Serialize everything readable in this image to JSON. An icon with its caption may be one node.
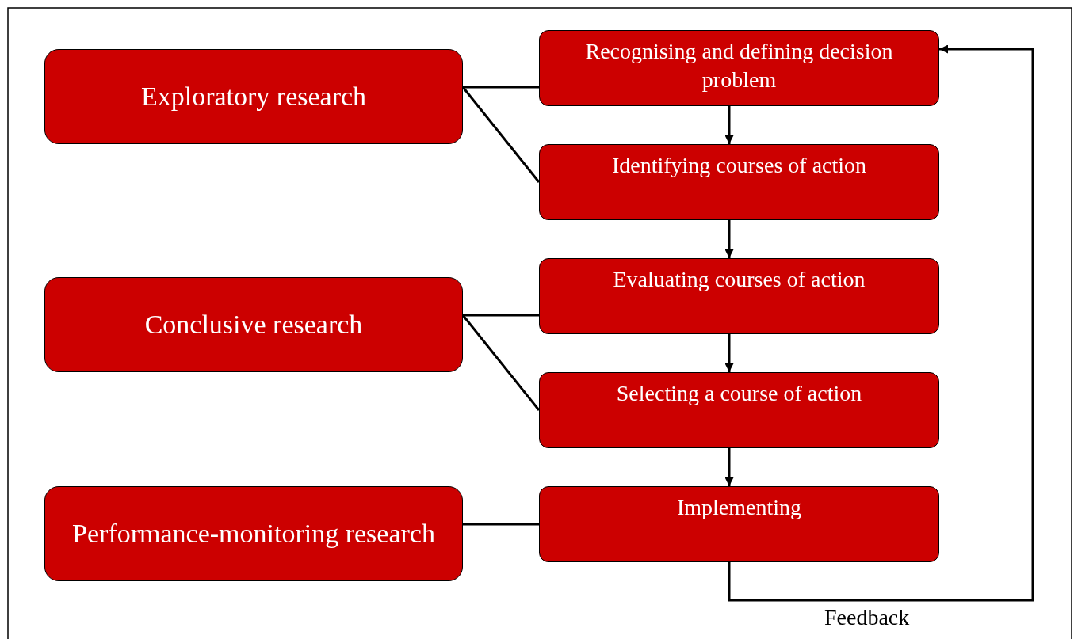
{
  "diagram": {
    "nodes": [
      {
        "text": [
          "Exploratory research"
        ]
      },
      {
        "text": [
          "Conclusive research"
        ]
      },
      {
        "text": [
          "Performance-monitoring research"
        ]
      },
      {
        "text": [
          "Recognising and defining decision problem"
        ]
      },
      {
        "text": [
          "Identifying courses of action"
        ]
      },
      {
        "text": [
          "Evaluating courses of action"
        ]
      },
      {
        "text": [
          "Selecting a course of action"
        ]
      },
      {
        "text": [
          "Implementing"
        ]
      }
    ],
    "edges": [
      {
        "from": 0,
        "to": 3,
        "arrow": "none"
      },
      {
        "from": 0,
        "to": 4,
        "arrow": "none"
      },
      {
        "from": 3,
        "to": 4,
        "arrow": "to"
      },
      {
        "from": 4,
        "to": 5,
        "arrow": "to"
      },
      {
        "from": 1,
        "to": 5,
        "arrow": "none"
      },
      {
        "from": 1,
        "to": 6,
        "arrow": "none"
      },
      {
        "from": 5,
        "to": 6,
        "arrow": "to"
      },
      {
        "from": 6,
        "to": 7,
        "arrow": "to"
      },
      {
        "from": 2,
        "to": 7,
        "arrow": "none"
      },
      {
        "from": 7,
        "to": 3,
        "arrow": "to",
        "label": "Feedback"
      }
    ]
  }
}
